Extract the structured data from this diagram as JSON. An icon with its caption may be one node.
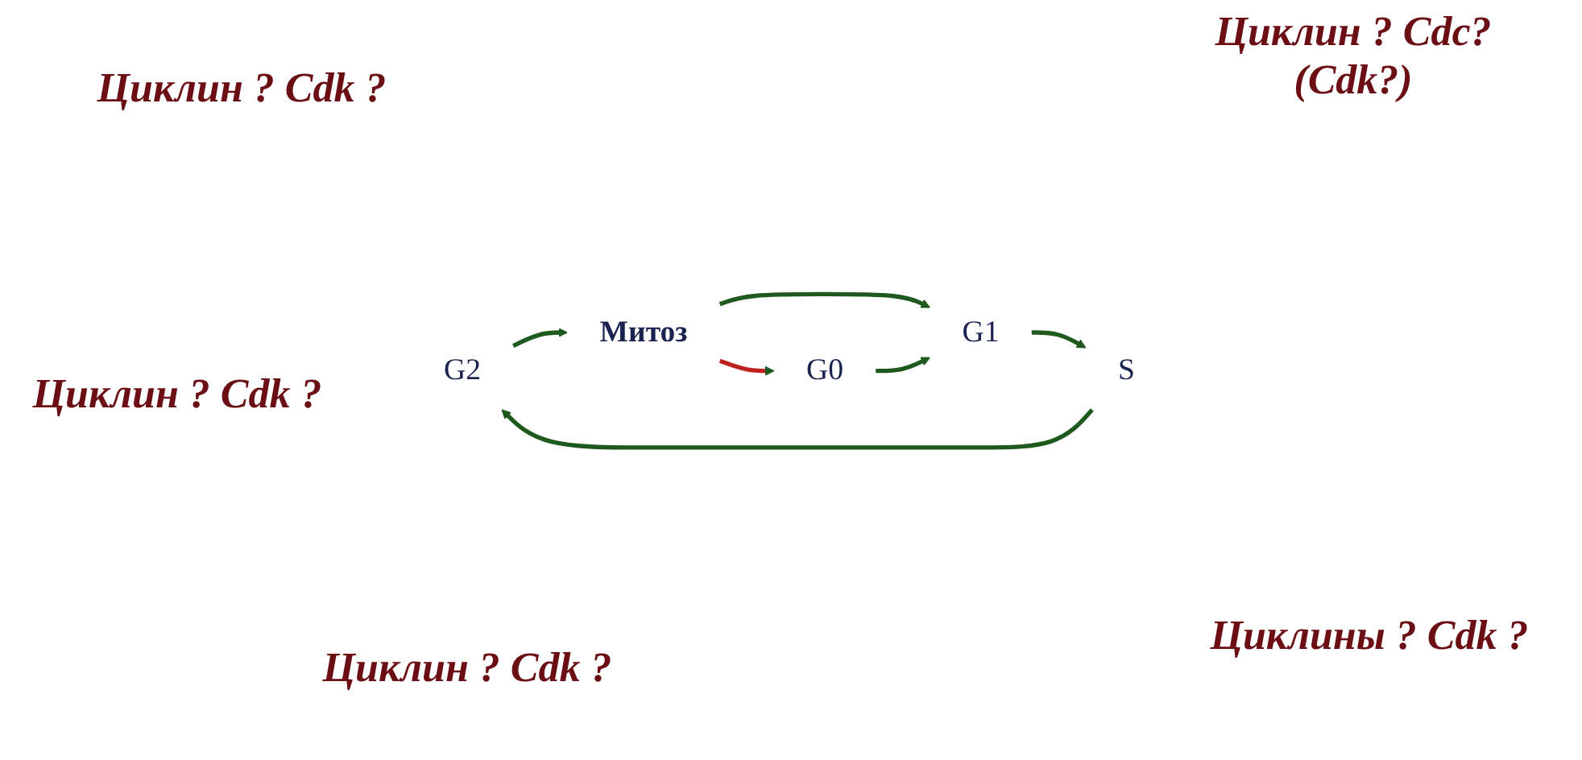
{
  "diagram": {
    "nodes": [
      {
        "text": [
          "G2"
        ]
      },
      {
        "text": [
          "S"
        ]
      },
      {
        "text": [
          "Митоз"
        ]
      },
      {
        "text": [
          "G1"
        ]
      },
      {
        "text": [
          "G0"
        ]
      }
    ],
    "edges": [
      {
        "from": 1,
        "to": 0,
        "arrow": "to"
      },
      {
        "from": 0,
        "to": 2,
        "arrow": "to"
      },
      {
        "from": 2,
        "to": 3,
        "arrow": "to"
      },
      {
        "from": 3,
        "to": 1,
        "arrow": "to"
      },
      {
        "from": 4,
        "to": 3,
        "arrow": "to"
      },
      {
        "from": 2,
        "to": 4,
        "arrow": "to",
        "color": "#c0201e"
      }
    ],
    "labels": [
      "Циклин ? Cdc?(Cdk?)",
      "Циклин ? Cdk ?",
      "Циклин ? Cdk ?",
      "Циклины ? Cdk ?",
      "Циклин ? Cdk ?"
    ]
  }
}
